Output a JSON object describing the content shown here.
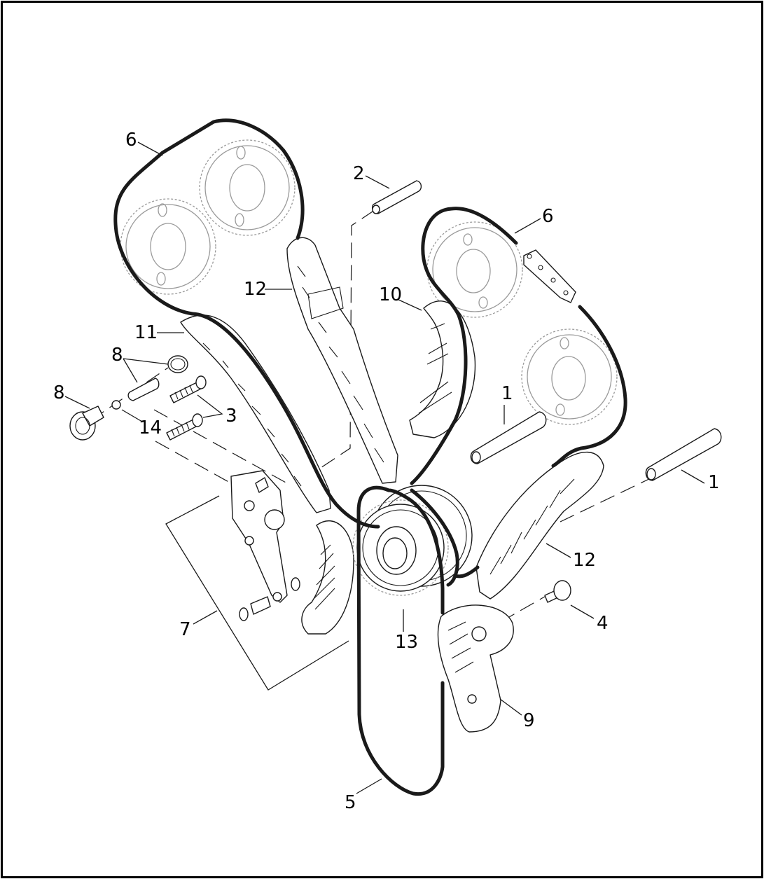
{
  "diagram": {
    "callouts": [
      {
        "id": "c1a",
        "text": "1"
      },
      {
        "id": "c1b",
        "text": "1"
      },
      {
        "id": "c2",
        "text": "2"
      },
      {
        "id": "c3",
        "text": "3"
      },
      {
        "id": "c4",
        "text": "4"
      },
      {
        "id": "c5",
        "text": "5"
      },
      {
        "id": "c6a",
        "text": "6"
      },
      {
        "id": "c6b",
        "text": "6"
      },
      {
        "id": "c7",
        "text": "7"
      },
      {
        "id": "c8a",
        "text": "8"
      },
      {
        "id": "c8b",
        "text": "8"
      },
      {
        "id": "c9",
        "text": "9"
      },
      {
        "id": "c10",
        "text": "10"
      },
      {
        "id": "c11",
        "text": "11"
      },
      {
        "id": "c12a",
        "text": "12"
      },
      {
        "id": "c12b",
        "text": "12"
      },
      {
        "id": "c13",
        "text": "13"
      },
      {
        "id": "c14",
        "text": "14"
      }
    ]
  }
}
